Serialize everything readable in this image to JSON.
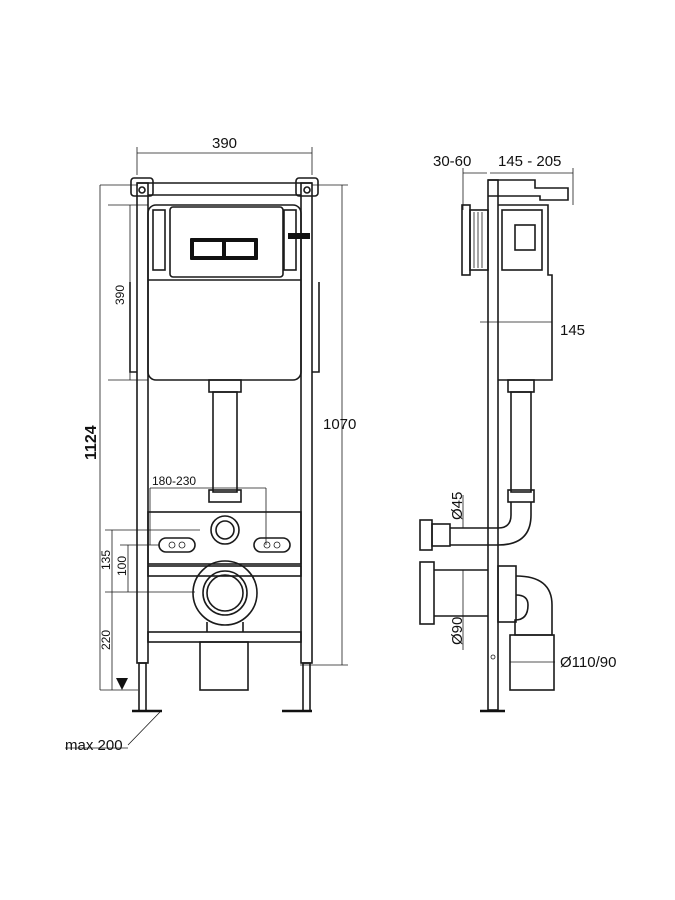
{
  "front_view": {
    "width_label": "390",
    "tank_height_label": "390",
    "total_height_label": "1124",
    "frame_height_label": "1070",
    "bolt_spacing_label": "180-230",
    "dim_135_label": "135",
    "dim_100_label": "100",
    "floor_height_label": "220",
    "foot_label": "max 200"
  },
  "side_view": {
    "wall_range_label": "30-60",
    "depth_range_label": "145 - 205",
    "tank_depth_label": "145",
    "pipe_45_label": "Ø45",
    "pipe_90_label": "Ø90",
    "outlet_label": "Ø110/90"
  }
}
